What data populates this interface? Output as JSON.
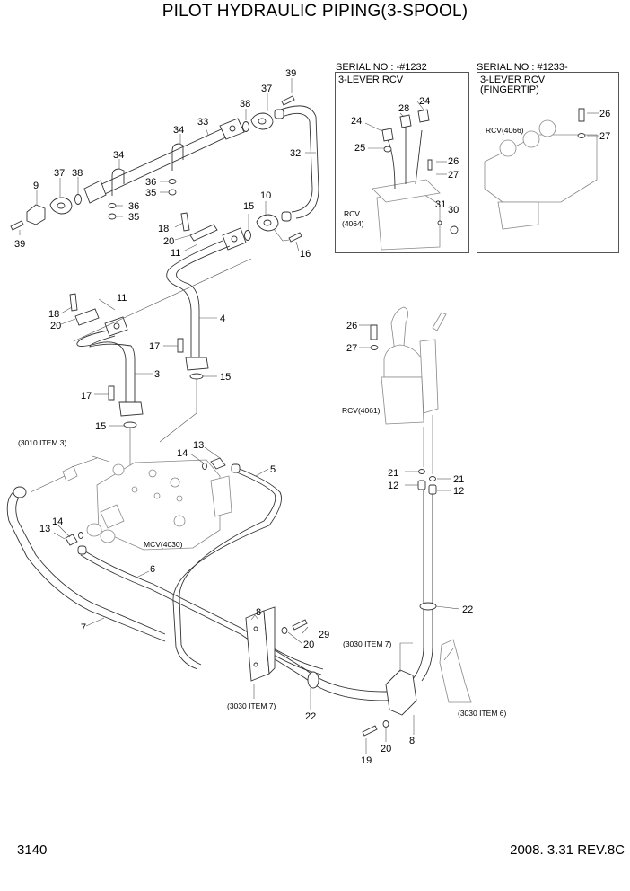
{
  "title": "PILOT HYDRAULIC PIPING(3-SPOOL)",
  "footer": {
    "page_number": "3140",
    "revision": "2008. 3.31  REV.8C"
  },
  "insets": [
    {
      "serial": "SERIAL NO : -#1232",
      "heading_lines": [
        "3-LEVER RCV"
      ],
      "component_label_lines": [
        "RCV",
        "(4064)"
      ],
      "callouts": [
        "24",
        "28",
        "24",
        "25",
        "26",
        "27",
        "31",
        "30"
      ]
    },
    {
      "serial": "SERIAL NO : #1233-",
      "heading_lines": [
        "3-LEVER RCV",
        "(FINGERTIP)"
      ],
      "component_label_lines": [
        "RCV(4066)"
      ],
      "callouts": [
        "26",
        "27"
      ]
    }
  ],
  "component_labels": {
    "mcv": "MCV(4030)",
    "rcv_main": "RCV(4061)",
    "ref_3010_item3": "(3010 ITEM 3)",
    "ref_3030_item7_a": "(3030 ITEM 7)",
    "ref_3030_item7_b": "(3030 ITEM 7)",
    "ref_3030_item6": "(3030 ITEM 6)"
  },
  "callouts": [
    {
      "n": "39"
    },
    {
      "n": "37"
    },
    {
      "n": "38"
    },
    {
      "n": "33"
    },
    {
      "n": "34"
    },
    {
      "n": "34"
    },
    {
      "n": "32"
    },
    {
      "n": "9"
    },
    {
      "n": "37"
    },
    {
      "n": "38"
    },
    {
      "n": "36"
    },
    {
      "n": "35"
    },
    {
      "n": "36"
    },
    {
      "n": "35"
    },
    {
      "n": "39"
    },
    {
      "n": "18"
    },
    {
      "n": "20"
    },
    {
      "n": "11"
    },
    {
      "n": "15"
    },
    {
      "n": "10"
    },
    {
      "n": "16"
    },
    {
      "n": "18"
    },
    {
      "n": "20"
    },
    {
      "n": "11"
    },
    {
      "n": "4"
    },
    {
      "n": "17"
    },
    {
      "n": "15"
    },
    {
      "n": "3"
    },
    {
      "n": "17"
    },
    {
      "n": "15"
    },
    {
      "n": "13"
    },
    {
      "n": "14"
    },
    {
      "n": "5"
    },
    {
      "n": "14"
    },
    {
      "n": "13"
    },
    {
      "n": "6"
    },
    {
      "n": "7"
    },
    {
      "n": "8"
    },
    {
      "n": "29"
    },
    {
      "n": "20"
    },
    {
      "n": "22"
    },
    {
      "n": "26"
    },
    {
      "n": "27"
    },
    {
      "n": "21"
    },
    {
      "n": "21"
    },
    {
      "n": "12"
    },
    {
      "n": "12"
    },
    {
      "n": "22"
    },
    {
      "n": "19"
    },
    {
      "n": "20"
    },
    {
      "n": "8"
    }
  ]
}
